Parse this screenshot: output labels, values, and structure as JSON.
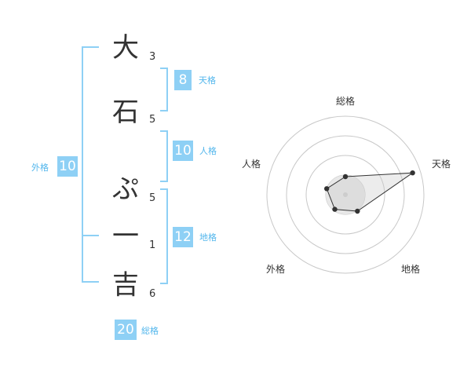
{
  "name_chars": [
    "大",
    "石",
    "ぷ",
    "一",
    "吉"
  ],
  "stroke_counts": [
    "3",
    "5",
    "5",
    "1",
    "6"
  ],
  "kakusu": {
    "tenkaku": {
      "value": "8",
      "label": "天格"
    },
    "jinkaku": {
      "value": "10",
      "label": "人格"
    },
    "chikaku": {
      "value": "12",
      "label": "地格"
    },
    "gaikaku": {
      "value": "10",
      "label": "外格"
    },
    "soukaku": {
      "value": "20",
      "label": "総格"
    }
  },
  "colors": {
    "accent": "#8ed0f5",
    "accent_text": "#52b6ec",
    "text": "#333333"
  },
  "chart_data": {
    "type": "radar",
    "axes": [
      "総格",
      "天格",
      "地格",
      "外格",
      "人格"
    ],
    "values": [
      0.23,
      0.9,
      0.26,
      0.23,
      0.25
    ],
    "rings": 4,
    "grid": true
  }
}
